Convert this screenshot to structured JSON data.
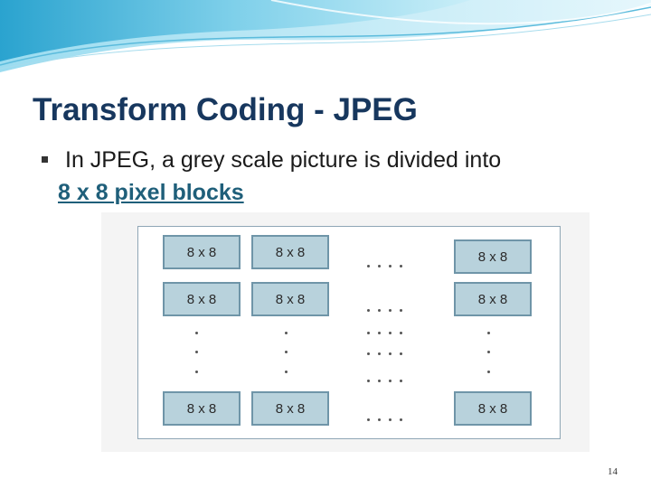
{
  "slide": {
    "title": "Transform Coding - JPEG",
    "bullet_text": "In JPEG, a grey scale picture is divided into",
    "bullet_link": "8 x 8 pixel blocks",
    "page_number": "14"
  },
  "diagram": {
    "block_label": "8 x 8",
    "rows": [
      [
        "8 x 8",
        "8 x 8",
        "8 x 8"
      ],
      [
        "8 x 8",
        "8 x 8",
        "8 x 8"
      ],
      [
        "8 x 8",
        "8 x 8",
        "8 x 8"
      ]
    ]
  },
  "colors": {
    "title": "#17375e",
    "link": "#1f5f7a",
    "block_fill": "#b8d2dc",
    "block_border": "#6f95a8",
    "wave": "#4fb3d6"
  }
}
